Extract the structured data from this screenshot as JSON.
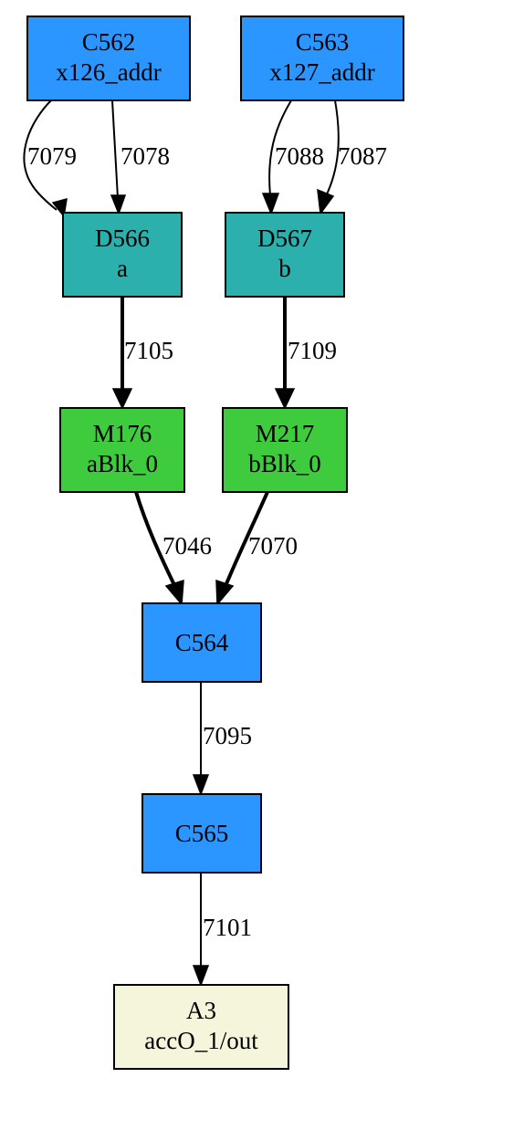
{
  "nodes": [
    {
      "id": "C562",
      "label": "C562",
      "sublabel": "x126_addr",
      "color": "#2b96ff"
    },
    {
      "id": "C563",
      "label": "C563",
      "sublabel": "x127_addr",
      "color": "#2b96ff"
    },
    {
      "id": "D566",
      "label": "D566",
      "sublabel": "a",
      "color": "#2bb0ae"
    },
    {
      "id": "D567",
      "label": "D567",
      "sublabel": "b",
      "color": "#2bb0ae"
    },
    {
      "id": "M176",
      "label": "M176",
      "sublabel": "aBlk_0",
      "color": "#3ecc3e"
    },
    {
      "id": "M217",
      "label": "M217",
      "sublabel": "bBlk_0",
      "color": "#3ecc3e"
    },
    {
      "id": "C564",
      "label": "C564",
      "sublabel": "",
      "color": "#2b96ff"
    },
    {
      "id": "C565",
      "label": "C565",
      "sublabel": "",
      "color": "#2b96ff"
    },
    {
      "id": "A3",
      "label": "A3",
      "sublabel": "accO_1/out",
      "color": "#f5f5dc"
    }
  ],
  "edges": [
    {
      "from": "C562",
      "to": "D566",
      "label": "7079",
      "bold": false
    },
    {
      "from": "C562",
      "to": "D566",
      "label": "7078",
      "bold": false
    },
    {
      "from": "C563",
      "to": "D567",
      "label": "7088",
      "bold": false
    },
    {
      "from": "C563",
      "to": "D567",
      "label": "7087",
      "bold": false
    },
    {
      "from": "D566",
      "to": "M176",
      "label": "7105",
      "bold": true
    },
    {
      "from": "D567",
      "to": "M217",
      "label": "7109",
      "bold": true
    },
    {
      "from": "M176",
      "to": "C564",
      "label": "7046",
      "bold": true
    },
    {
      "from": "M217",
      "to": "C564",
      "label": "7070",
      "bold": true
    },
    {
      "from": "C564",
      "to": "C565",
      "label": "7095",
      "bold": false
    },
    {
      "from": "C565",
      "to": "A3",
      "label": "7101",
      "bold": false
    }
  ]
}
